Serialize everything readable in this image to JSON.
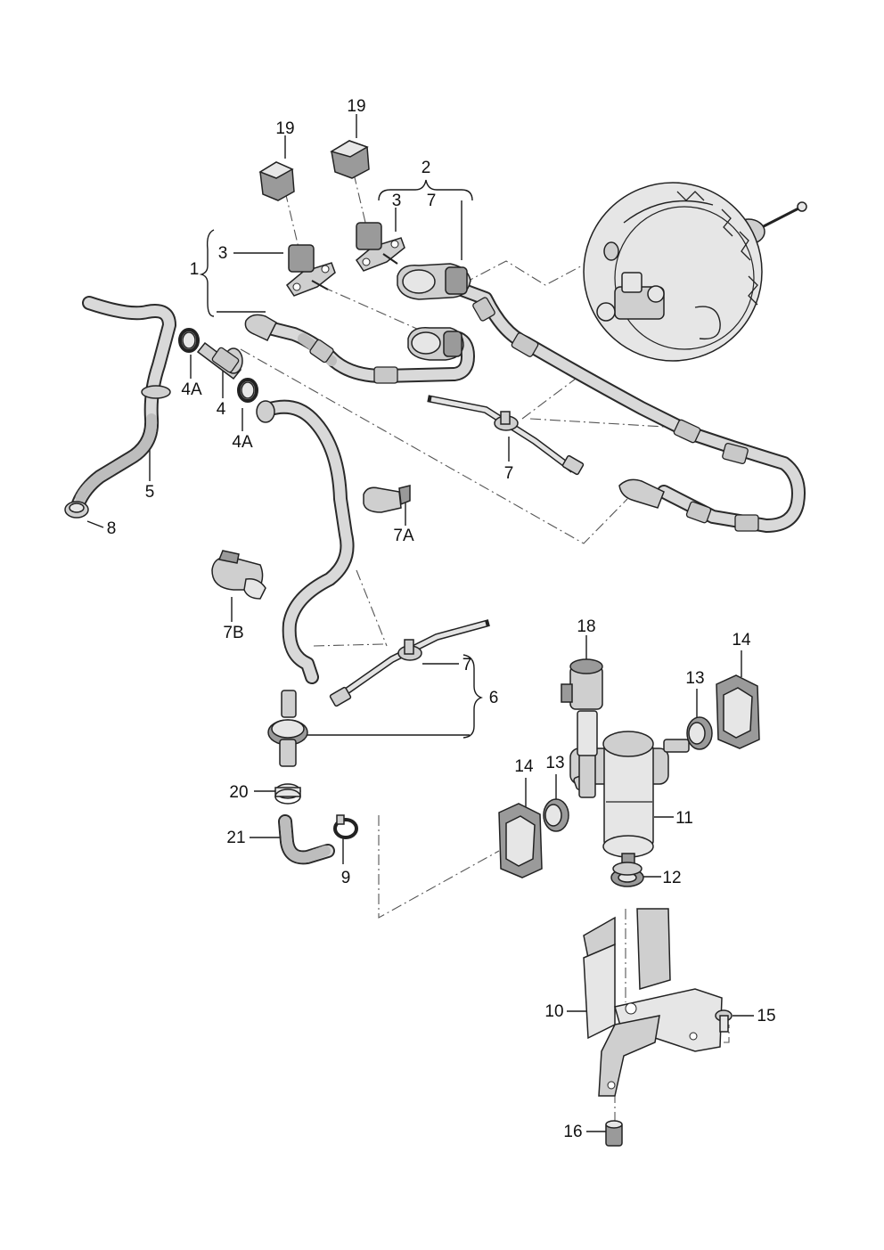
{
  "diagram": {
    "labels": {
      "l19a": "19",
      "l19b": "19",
      "l2": "2",
      "l3a": "3",
      "l7a": "7",
      "l1": "1",
      "l3b": "3",
      "l4A_a": "4A",
      "l4": "4",
      "l4A_b": "4A",
      "l5": "5",
      "l8": "8",
      "l7b": "7",
      "l7A": "7A",
      "l7B": "7B",
      "l7c": "7",
      "l6": "6",
      "l18": "18",
      "l14a": "14",
      "l13a": "13",
      "l14b": "14",
      "l13b": "13",
      "l11": "11",
      "l20": "20",
      "l21": "21",
      "l9": "9",
      "l12": "12",
      "l10": "10",
      "l15": "15",
      "l16": "16"
    }
  }
}
